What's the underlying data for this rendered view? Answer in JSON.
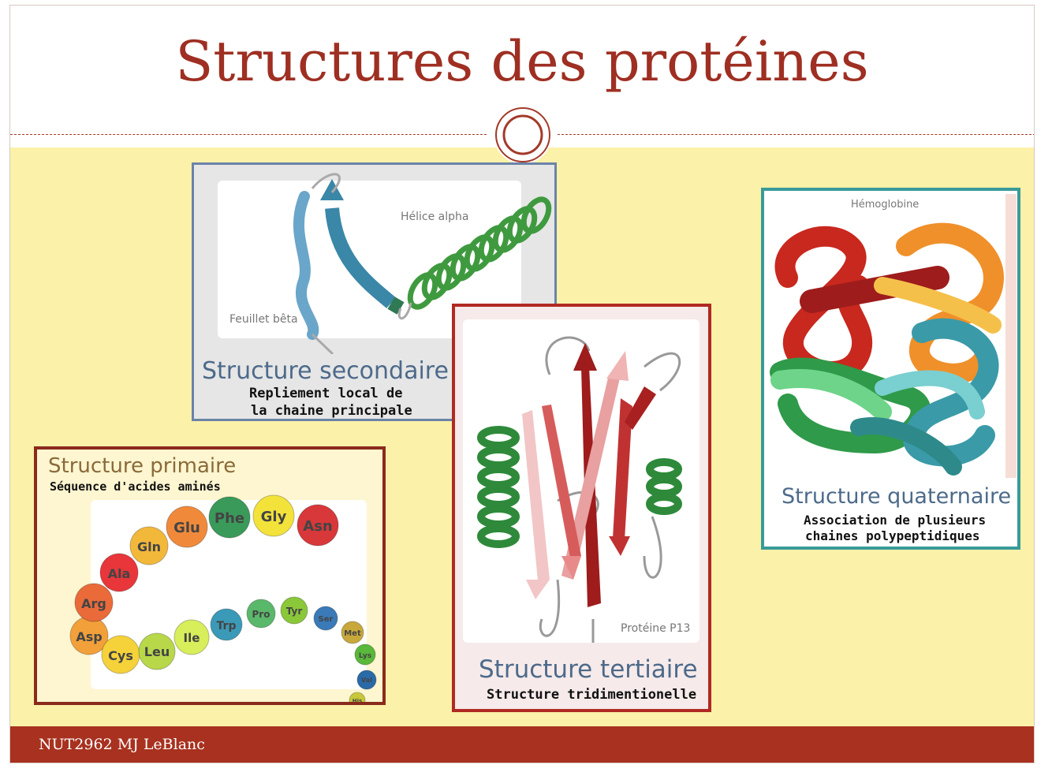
{
  "slide": {
    "title": "Structures des protéines",
    "footer": "NUT2962  MJ LeBlanc"
  },
  "panels": {
    "secondaire": {
      "title": "Structure secondaire",
      "subtitle_line1": "Repliement local de",
      "subtitle_line2": "la chaine principale",
      "label_helix": "Hélice alpha",
      "label_sheet": "Feuillet bêta"
    },
    "primaire": {
      "title": "Structure primaire",
      "subtitle": "Séquence d'acides aminés",
      "amino_acids": [
        "Asp",
        "Arg",
        "Ala",
        "Gln",
        "Glu",
        "Phe",
        "Gly",
        "Asn",
        "Cys",
        "Leu",
        "Ile",
        "Trp",
        "Pro",
        "Tyr",
        "Ser",
        "Met",
        "Lys",
        "Val",
        "His"
      ]
    },
    "tertiaire": {
      "title": "Structure tertiaire",
      "subtitle": "Structure tridimentionelle",
      "label_protein": "Protéine P13"
    },
    "quaternaire": {
      "title": "Structure quaternaire",
      "subtitle_line1": "Association de plusieurs",
      "subtitle_line2": "chaines polypeptidiques",
      "label_protein": "Hémoglobine"
    }
  },
  "colors": {
    "accent": "#a8311f",
    "title": "#9e2f22",
    "body_band": "#fbf1a9"
  }
}
